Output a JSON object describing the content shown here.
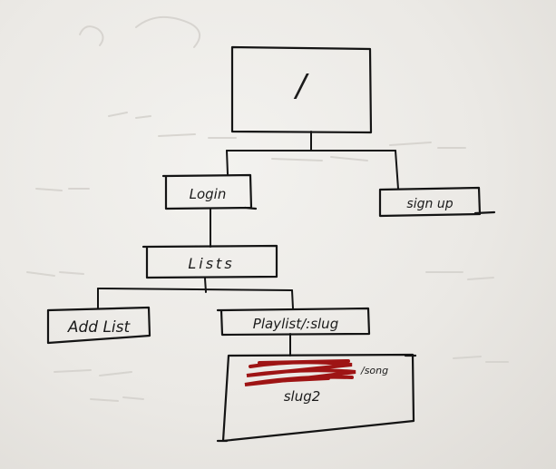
{
  "colors": {
    "paper": "#ebe9e5",
    "ink": "#141414",
    "scribble": "#9e1414"
  },
  "nodes": {
    "root": {
      "label": "/"
    },
    "login": {
      "label": "Login"
    },
    "signup": {
      "label": "sign up"
    },
    "lists": {
      "label": "Lists"
    },
    "add_list": {
      "label": "Add List"
    },
    "playlist": {
      "label": "Playlist/:slug"
    },
    "song": {
      "route_suffix": "/song",
      "label": "slug2"
    }
  }
}
